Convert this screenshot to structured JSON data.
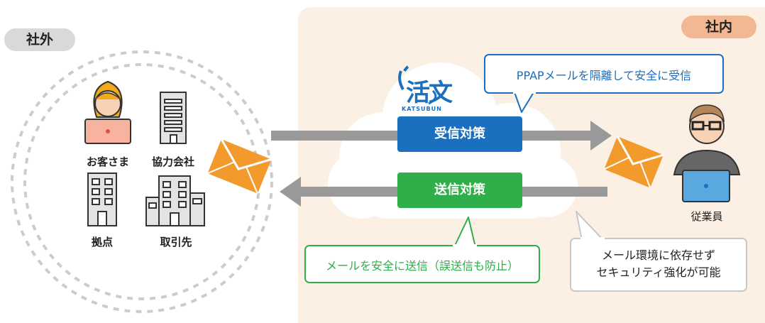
{
  "labels": {
    "external": "社外",
    "internal": "社内"
  },
  "external_entities": [
    {
      "label": "お客さま",
      "icon": "customer-icon"
    },
    {
      "label": "協力会社",
      "icon": "building-icon"
    },
    {
      "label": "拠点",
      "icon": "building-icon"
    },
    {
      "label": "取引先",
      "icon": "building-icon"
    }
  ],
  "employee": {
    "label": "従業員",
    "icon": "employee-icon"
  },
  "logo": {
    "name": "活文",
    "sub": "KATSUBUN"
  },
  "measures": {
    "receive": "受信対策",
    "send": "送信対策"
  },
  "callouts": {
    "receive": "PPAPメールを隔離して安全に受信",
    "send": "メールを安全に送信（誤送信も防止）",
    "env_line1": "メール環境に依存せず",
    "env_line2": "セキュリティ強化が可能"
  },
  "colors": {
    "receive": "#1a6fbf",
    "send": "#2fae4a",
    "envelope": "#f39a2c",
    "internal_bg": "#fcefe3",
    "arrow": "#999999"
  }
}
